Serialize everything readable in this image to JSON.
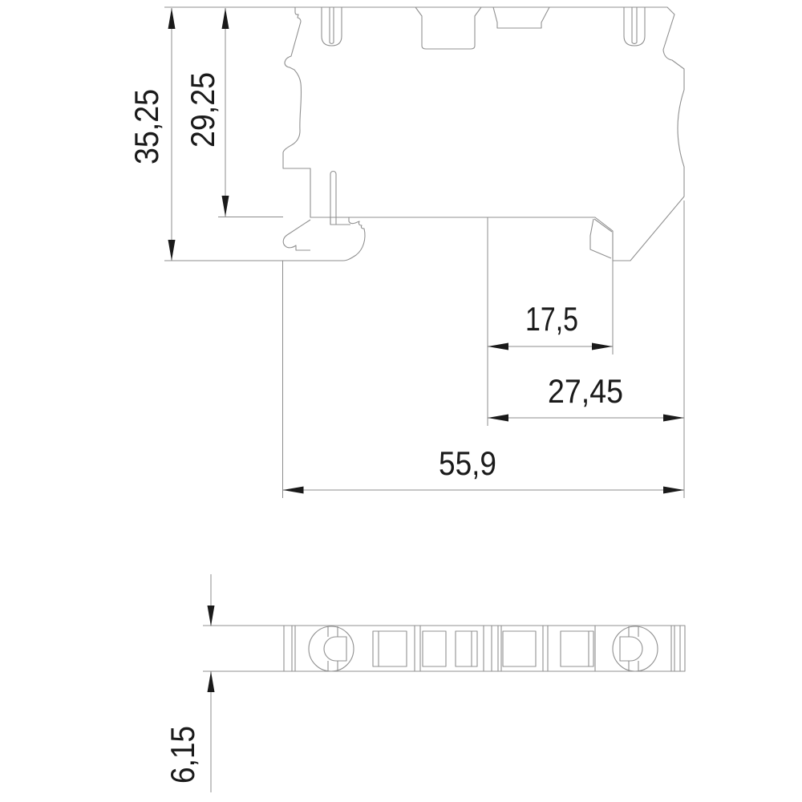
{
  "drawing": {
    "type": "technical-dimension-drawing",
    "views": {
      "side_view": "terminal block side profile with DIN rail foot",
      "bottom_view": "terminal block footprint strip"
    },
    "dimensions": {
      "overall_height": "35,25",
      "height_above_rail": "29,25",
      "clamp_offset": "17,5",
      "depth_offset": "27,45",
      "overall_depth": "55,9",
      "base_thickness": "6,15"
    },
    "colors": {
      "outline": "#909090",
      "dimension_line": "#8c8c8c",
      "arrow": "#1a1a1a",
      "text": "#1a1a1a",
      "background": "#ffffff"
    }
  }
}
